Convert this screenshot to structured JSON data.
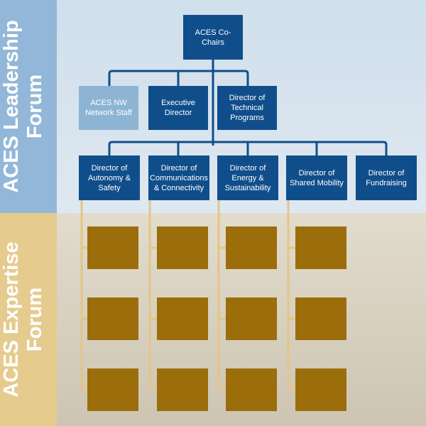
{
  "forums": {
    "leadership": "ACES Leadership Forum",
    "expertise": "ACES Expertise Forum"
  },
  "top": {
    "label": "ACES Co-Chairs"
  },
  "tier2": [
    {
      "label": "ACES NW Network Staff"
    },
    {
      "label": "Executive Director"
    },
    {
      "label": "Director of Technical Programs"
    }
  ],
  "directors": [
    {
      "label": "Director of Autonomy & Safety"
    },
    {
      "label": "Director of Communications & Connectivity"
    },
    {
      "label": "Director of Energy & Sustainability"
    },
    {
      "label": "Director of Shared Mobility"
    },
    {
      "label": "Director of Fundraising"
    }
  ],
  "colors": {
    "box": "#104e8b",
    "staff_box": "#8eb4d4",
    "expert_box": "#9b6d0b",
    "leadership_band": "#92b7d8",
    "expertise_band": "#e6cb8e"
  }
}
